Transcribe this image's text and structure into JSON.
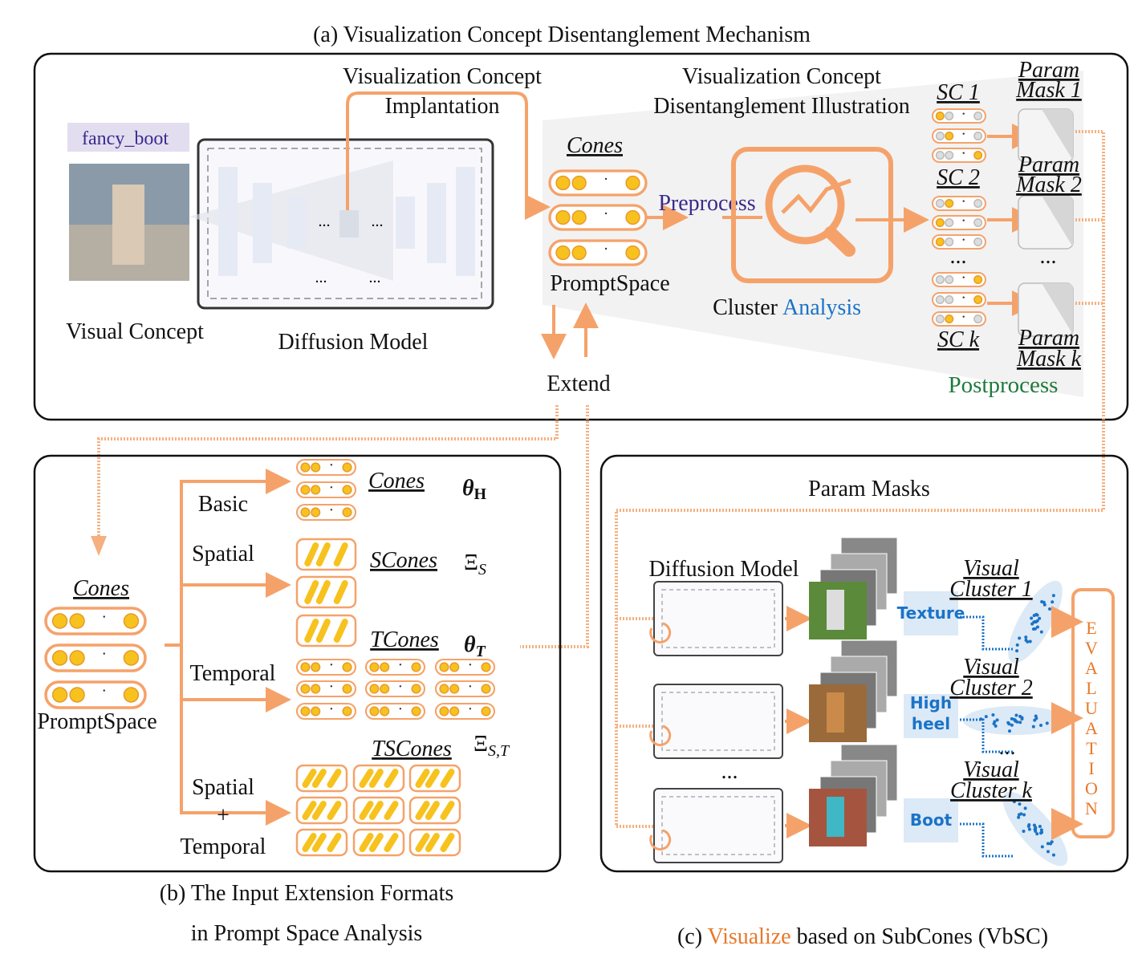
{
  "colors": {
    "orange": "#f5a26a",
    "yellow": "#f7c21e",
    "purple": "#3b2a8c",
    "blue": "#1a73c7",
    "green": "#1e7a3c",
    "evaluation": "#e8782a",
    "tag_bg": "#dce9f6"
  },
  "title_a": "(a) Visualization Concept Disentanglement Mechanism",
  "panel_a": {
    "concept_tag": "fancy_boot",
    "visual_concept": "Visual Concept",
    "diffusion_model": "Diffusion Model",
    "dots": "...",
    "implantation_1": "Visualization Concept",
    "implantation_2": "Implantation",
    "illustration_1": "Visualization Concept",
    "illustration_2": "Disentanglement Illustration",
    "cones": "Cones",
    "prompt_space": "PromptSpace",
    "preprocess": "Preprocess",
    "cluster": "Cluster",
    "analysis": "Analysis",
    "extend": "Extend",
    "postprocess": "Postprocess",
    "sc": [
      "SC 1",
      "SC 2",
      "SC k"
    ],
    "param_mask": [
      [
        "Param",
        "Mask 1"
      ],
      [
        "Param",
        "Mask 2"
      ],
      [
        "Param",
        "Mask k"
      ]
    ],
    "ellipsis": "..."
  },
  "panel_b": {
    "cones": "Cones",
    "prompt_space": "PromptSpace",
    "basic": "Basic",
    "spatial": "Spatial",
    "temporal": "Temporal",
    "spatial2": "Spatial",
    "plus": "+",
    "temporal2": "Temporal",
    "formats": [
      {
        "name": "Cones",
        "symbol": "θ",
        "sub": "H"
      },
      {
        "name": "SCones",
        "symbol": "Ξ",
        "sub": "S"
      },
      {
        "name": "TCones",
        "symbol": "θ",
        "sub": "T"
      },
      {
        "name": "TSCones",
        "symbol": "Ξ",
        "sub": "S,T"
      }
    ]
  },
  "caption_b_1": "(b) The Input Extension Formats",
  "caption_b_2": "in Prompt Space Analysis",
  "panel_c": {
    "title": "Param Masks",
    "diffusion_model": "Diffusion Model",
    "ellipsis": "...",
    "tags": [
      "Texture",
      "High heel",
      "Boot"
    ],
    "clusters": [
      [
        "Visual",
        "Cluster 1"
      ],
      [
        "Visual",
        "Cluster 2"
      ],
      [
        "Visual",
        "Cluster k"
      ]
    ],
    "evaluation": "EVALUATION"
  },
  "caption_c": {
    "prefix": "(c) ",
    "highlight": "Visualize",
    "suffix": " based on SubCones (VbSC)"
  }
}
